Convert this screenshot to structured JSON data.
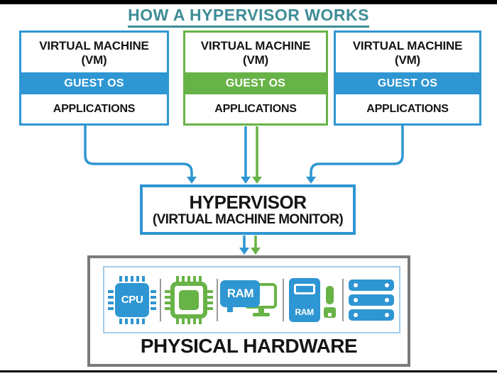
{
  "title": "HOW A HYPERVISOR WORKS",
  "colors": {
    "blue": "#2E96D2",
    "green": "#68B347",
    "teal": "#3E8D96",
    "hardware_border_gray": "#7a7a7a"
  },
  "vms": [
    {
      "title_line1": "VIRTUAL MACHINE",
      "title_line2": "(VM)",
      "os_label": "GUEST OS",
      "apps_label": "APPLICATIONS",
      "accent": "blue"
    },
    {
      "title_line1": "VIRTUAL MACHINE",
      "title_line2": "(VM)",
      "os_label": "GUEST OS",
      "apps_label": "APPLICATIONS",
      "accent": "green"
    },
    {
      "title_line1": "VIRTUAL MACHINE",
      "title_line2": "(VM)",
      "os_label": "GUEST OS",
      "apps_label": "APPLICATIONS",
      "accent": "blue"
    }
  ],
  "hypervisor": {
    "title": "HYPERVISOR",
    "subtitle": "(VIRTUAL MACHINE MONITOR)"
  },
  "hardware": {
    "label": "PHYSICAL HARDWARE",
    "icons": [
      {
        "name": "cpu-chip-icon",
        "label": "CPU"
      },
      {
        "name": "processor-chip-icon",
        "label": ""
      },
      {
        "name": "ram-monitor-icon",
        "label": "RAM"
      },
      {
        "name": "ram-tower-icon",
        "label": "RAM"
      },
      {
        "name": "server-stack-icon",
        "label": ""
      }
    ]
  }
}
